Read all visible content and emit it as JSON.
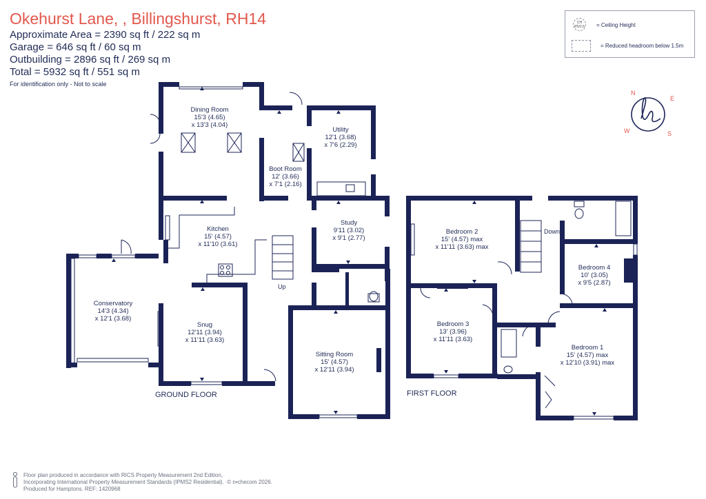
{
  "header": {
    "title": "Okehurst Lane, , Billingshurst, RH14",
    "approx_area": "Approximate Area = 2390  sq ft / 222  sq m",
    "garage": "Garage = 646 sq ft / 60  sq m",
    "outbuilding": "Outbuilding = 2896 sq ft / 269  sq m",
    "total": "Total = 5932 sq ft / 551 sq m",
    "note": "For identification only - Not to scale"
  },
  "legend": {
    "ch_symbol": "CH\n8'5/2.6",
    "ceiling_height": "= Ceiling Height",
    "reduced_headroom": "= Reduced headroom below 1.5m"
  },
  "compass": {
    "n": "N",
    "e": "E",
    "s": "S",
    "w": "W"
  },
  "floors": {
    "ground": "GROUND FLOOR",
    "first": "FIRST FLOOR"
  },
  "rooms": {
    "dining": {
      "name": "Dining Room",
      "dim1": "15'3 (4.65)",
      "dim2": "x 13'3 (4.04)"
    },
    "boot": {
      "name": "Boot Room",
      "dim1": "12' (3.66)",
      "dim2": "x 7'1 (2.16)"
    },
    "utility": {
      "name": "Utility",
      "dim1": "12'1 (3.68)",
      "dim2": "x 7'6 (2.29)"
    },
    "kitchen": {
      "name": "Kitchen",
      "dim1": "15' (4.57)",
      "dim2": "x 11'10 (3.61)"
    },
    "study": {
      "name": "Study",
      "dim1": "9'11 (3.02)",
      "dim2": "x 9'1 (2.77)"
    },
    "conservatory": {
      "name": "Conservatory",
      "dim1": "14'3 (4.34)",
      "dim2": "x 12'1 (3.68)"
    },
    "snug": {
      "name": "Snug",
      "dim1": "12'11 (3.94)",
      "dim2": "x 11'11 (3.63)"
    },
    "sitting": {
      "name": "Sitting Room",
      "dim1": "15' (4.57)",
      "dim2": "x 12'11 (3.94)"
    },
    "bed2": {
      "name": "Bedroom 2",
      "dim1": "15' (4.57) max",
      "dim2": "x 11'11 (3.63) max"
    },
    "bed4": {
      "name": "Bedroom 4",
      "dim1": "10' (3.05)",
      "dim2": "x 9'5 (2.87)"
    },
    "bed3": {
      "name": "Bedroom 3",
      "dim1": "13' (3.96)",
      "dim2": "x 11'11 (3.63)"
    },
    "bed1": {
      "name": "Bedroom 1",
      "dim1": "15' (4.57) max",
      "dim2": "x 12'10 (3.91) max"
    }
  },
  "stairs": {
    "up": "Up",
    "down": "Down"
  },
  "footer": {
    "line1": "Floor plan produced in accordance with RICS Property Measurement 2nd Edition,",
    "line2": "Incorporating International Property Measurement Standards (IPMS2 Residential).",
    "copyright": "© n•checom 2026.",
    "line3": "Produced for Hamptons.   REF:  1420968"
  },
  "colors": {
    "wall": "#1b2356",
    "title": "#e2574c",
    "text": "#1f2a55"
  }
}
